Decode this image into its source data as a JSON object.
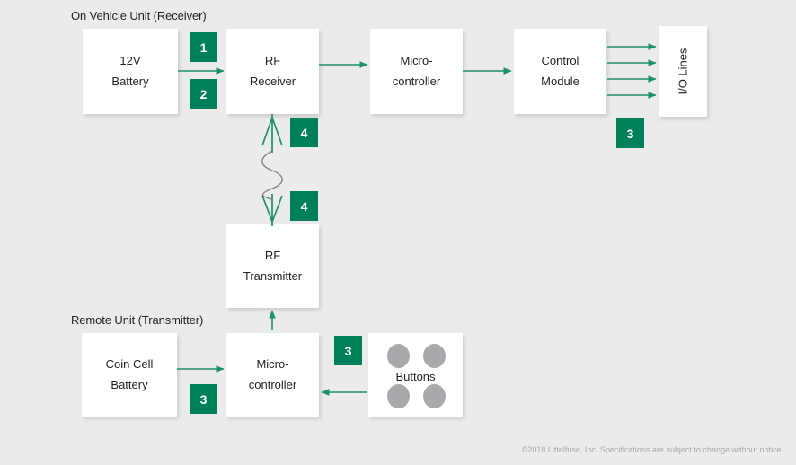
{
  "diagram": {
    "title_top": "On Vehicle Unit (Receiver)",
    "title_bottom": "Remote Unit (Transmitter)",
    "background_color": "#ebebeb",
    "accent_color": "#00805a",
    "arrow_color": "#1e8f6e",
    "wave_color": "#808285",
    "dot_color": "#a7a9ac",
    "nodes": {
      "battery_12v": {
        "line1": "12V",
        "line2": "Battery"
      },
      "rf_receiver": {
        "line1": "RF",
        "line2": "Receiver"
      },
      "micro_receiver": {
        "line1": "Micro-",
        "line2": "controller"
      },
      "control_module": {
        "line1": "Control",
        "line2": "Module"
      },
      "io_lines": {
        "label": "I/O Lines"
      },
      "rf_transmitter": {
        "line1": "RF",
        "line2": "Transmitter"
      },
      "coin_cell": {
        "line1": "Coin Cell",
        "line2": "Battery"
      },
      "micro_transmitter": {
        "line1": "Micro-",
        "line2": "controller"
      },
      "buttons": {
        "label": "Buttons"
      }
    },
    "badges": [
      {
        "id": "badge-1-battery-rf",
        "value": "1"
      },
      {
        "id": "badge-2-battery-rf",
        "value": "2"
      },
      {
        "id": "badge-4-antenna-upper",
        "value": "4"
      },
      {
        "id": "badge-4-antenna-lower",
        "value": "4"
      },
      {
        "id": "badge-3-io-lines",
        "value": "3"
      },
      {
        "id": "badge-3-buttons",
        "value": "3"
      },
      {
        "id": "badge-3-coin-cell",
        "value": "3"
      }
    ],
    "footer": "©2018 Littelfuse, Inc. Specifications are subject to change without notice."
  }
}
